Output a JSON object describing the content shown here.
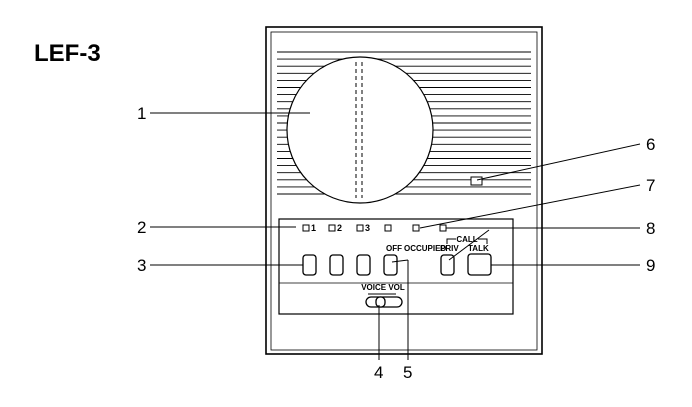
{
  "model": "LEF-3",
  "callouts": [
    "1",
    "2",
    "3",
    "4",
    "5",
    "6",
    "7",
    "8",
    "9"
  ],
  "panel": {
    "leds": [
      "1",
      "2",
      "3"
    ],
    "off_label": "OFF",
    "occupied_label": "OCCUPIED",
    "call_label": "CALL",
    "priv_label": "PRIV",
    "talk_label": "TALK",
    "voice_vol_label": "VOICE VOL"
  }
}
